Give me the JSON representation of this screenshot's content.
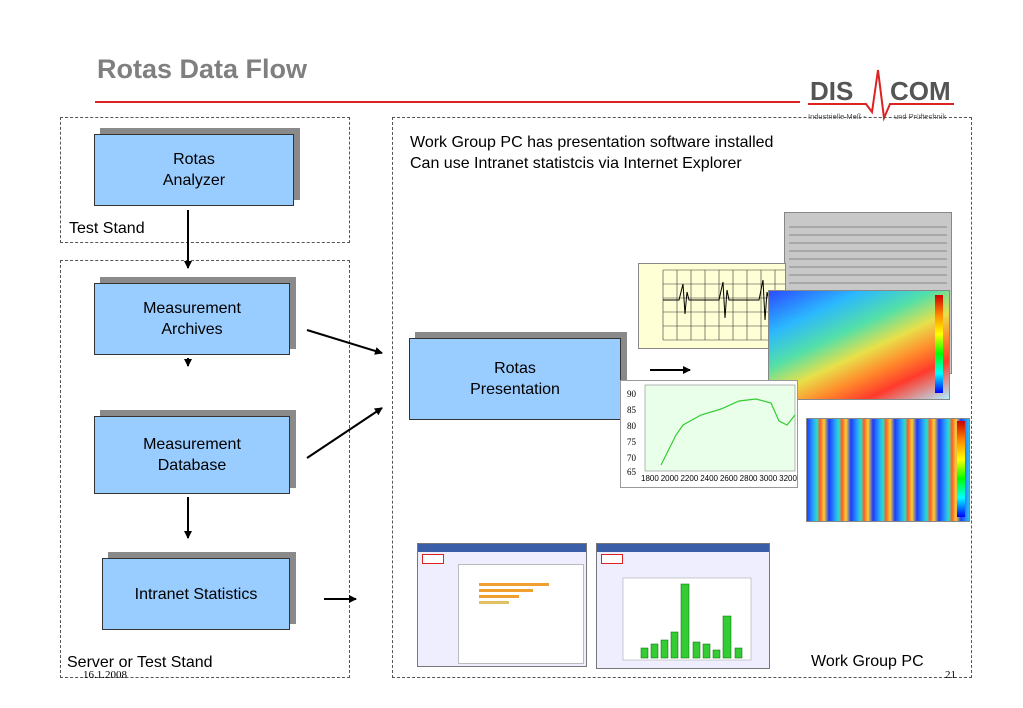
{
  "slide": {
    "title": "Rotas Data Flow",
    "date": "16.1.2008",
    "page_number": "21"
  },
  "logo": {
    "left": "DIS",
    "right": "COM",
    "tagline_left": "Industrielle Meß -",
    "tagline_right": "und Prüftechnik",
    "brand_color": "#d22222",
    "text_color": "#555555"
  },
  "groups": {
    "test_stand": "Test Stand",
    "server_or_test_stand": "Server or Test Stand",
    "work_group_pc": "Work Group PC"
  },
  "nodes": {
    "rotas_analyzer": {
      "line1": "Rotas",
      "line2": "Analyzer"
    },
    "measurement_archives": {
      "line1": "Measurement",
      "line2": "Archives"
    },
    "measurement_database": {
      "line1": "Measurement",
      "line2": "Database"
    },
    "intranet_statistics": {
      "line1": "Intranet Statistics"
    },
    "rotas_presentation": {
      "line1": "Rotas",
      "line2": "Presentation"
    }
  },
  "notes": {
    "line1": "Work Group PC has presentation software installed",
    "line2": "Can use Intranet statistcis via Internet Explorer"
  },
  "thumb_chart": {
    "y_ticks": [
      "90",
      "85",
      "80",
      "75",
      "70",
      "65"
    ],
    "x_ticks": [
      "1800",
      "2000",
      "2200",
      "2400",
      "2600",
      "2800",
      "3000",
      "3200"
    ]
  },
  "colors": {
    "node_fill": "#99ccff",
    "node_shadow": "#8a8a8a",
    "accent_red": "#d22222"
  }
}
